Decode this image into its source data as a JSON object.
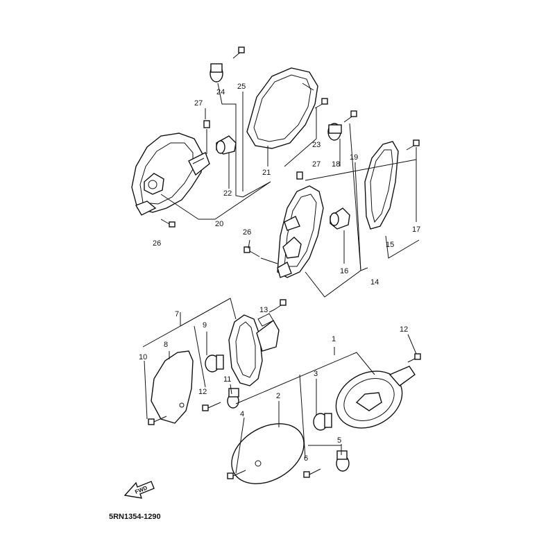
{
  "diagram": {
    "part_code": "5RN1354-1290",
    "fwd_label": "FWD",
    "labels": [
      "1",
      "2",
      "3",
      "4",
      "5",
      "6",
      "7",
      "8",
      "9",
      "10",
      "11",
      "12",
      "12",
      "13",
      "14",
      "15",
      "16",
      "17",
      "18",
      "19",
      "20",
      "21",
      "22",
      "23",
      "24",
      "25",
      "26",
      "26",
      "27",
      "27"
    ]
  }
}
